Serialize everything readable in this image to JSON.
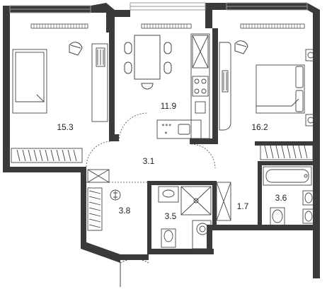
{
  "rooms": [
    {
      "id": "bedroom-left",
      "area": "15.3"
    },
    {
      "id": "kitchen",
      "area": "11.9"
    },
    {
      "id": "bedroom-right",
      "area": "16.2"
    },
    {
      "id": "hall",
      "area": "3.1"
    },
    {
      "id": "storage",
      "area": "3.8"
    },
    {
      "id": "bathroom-small",
      "area": "3.5"
    },
    {
      "id": "wardrobe",
      "area": "1.7"
    },
    {
      "id": "bathroom-large",
      "area": "3.6"
    }
  ],
  "kitchen_marks": {
    "top": "***",
    "bottom": "*"
  },
  "colors": {
    "wall": "#3a3a3a",
    "line": "#444444",
    "window": "#9a9a9a",
    "background": "#ffffff"
  }
}
